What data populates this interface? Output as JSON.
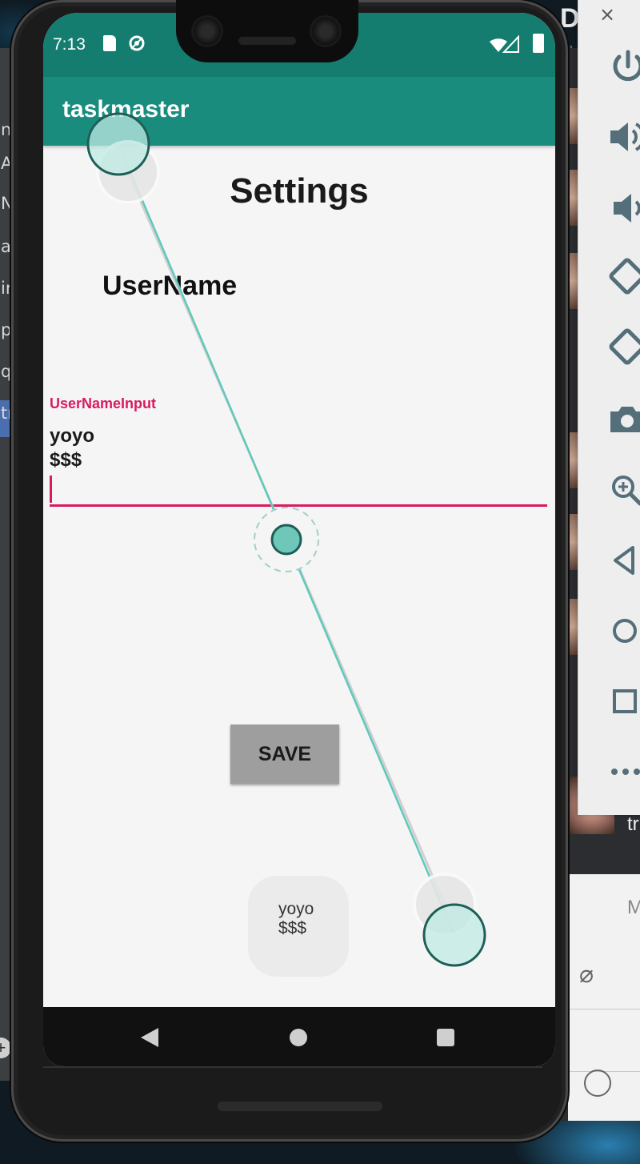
{
  "app": {
    "status_time": "7:13",
    "title": "taskmaster"
  },
  "settings": {
    "heading": "Settings",
    "username_label": "UserName",
    "input": {
      "hint": "UserNameInput",
      "value": "yoyo\n$$$"
    },
    "save_label": "SAVE"
  },
  "toast": {
    "text": "yoyo\n$$$"
  },
  "emulator": {
    "close": "×",
    "buttons": [
      "power-icon",
      "volume-up-icon",
      "volume-down-icon",
      "rotate-left-icon",
      "rotate-right-icon",
      "camera-icon",
      "zoom-icon",
      "back-icon",
      "home-icon",
      "overview-icon",
      "more-icon"
    ]
  },
  "background": {
    "left_chars": [
      "n",
      "A",
      "N",
      "a",
      "ir",
      "p",
      "q",
      "tı"
    ],
    "right_letter": "D",
    "right_text": "tr",
    "right_text2": "M"
  },
  "colors": {
    "status_bar": "#157d70",
    "app_bar": "#198c7e",
    "accent_pink": "#d81b60",
    "gesture_teal": "#5fc9bb"
  }
}
